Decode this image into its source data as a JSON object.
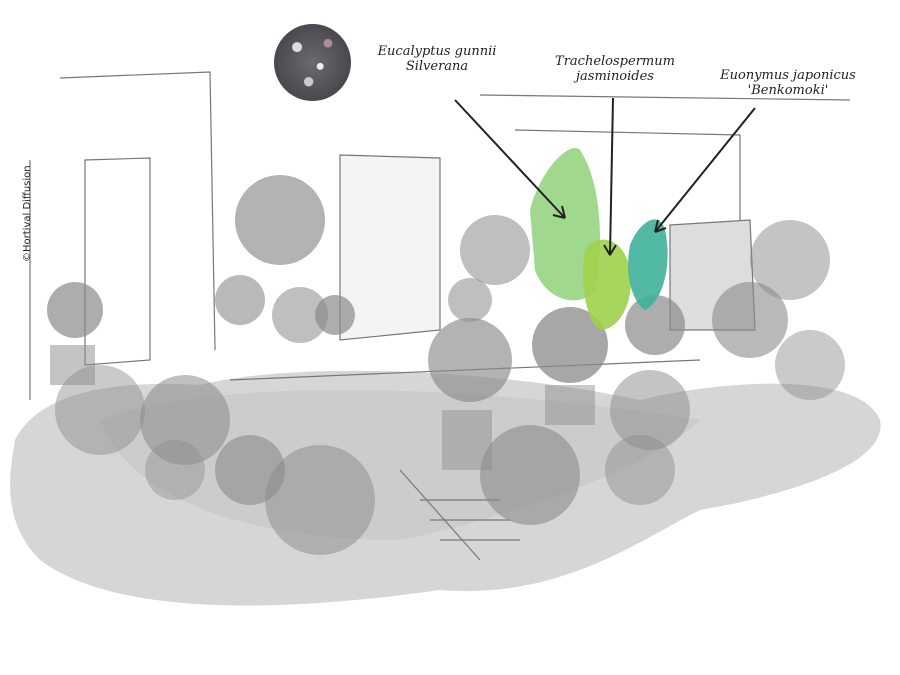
{
  "credit": "©Hortival Diffusion",
  "labels": [
    {
      "line1": "Eucalyptus gunnii",
      "line2": "Silverana"
    },
    {
      "line1": "Trachelospermum",
      "line2": "jasminoides"
    },
    {
      "line1": "Euonymus japonicus",
      "line2": "'Benkomoki'"
    }
  ],
  "colors": {
    "sketch": "#8a8a8a",
    "eucalyptus": "#8fd27a",
    "trachelospermum": "#9ed24a",
    "euonymus": "#3fb39a"
  }
}
